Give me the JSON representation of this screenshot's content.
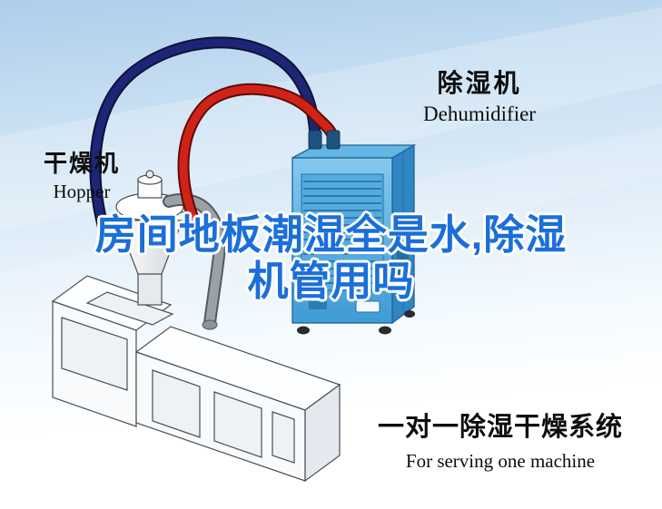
{
  "title": {
    "line1": "房间地板潮湿全是水,除湿",
    "line2": "机管用吗"
  },
  "labels": {
    "dehumidifier_cn": "除湿机",
    "dehumidifier_en": "Dehumidifier",
    "hopper_cn": "干燥机",
    "hopper_en": "Hopper"
  },
  "caption": {
    "cn": "一对一除湿干燥系统",
    "en": "For serving one machine"
  },
  "colors": {
    "title_blue": "#1b6fd8",
    "pipe_red": "#d02318",
    "pipe_navy": "#1d2676",
    "dehumidifier_blue": "#4fa8dd",
    "sky_top": "#aeceea"
  }
}
